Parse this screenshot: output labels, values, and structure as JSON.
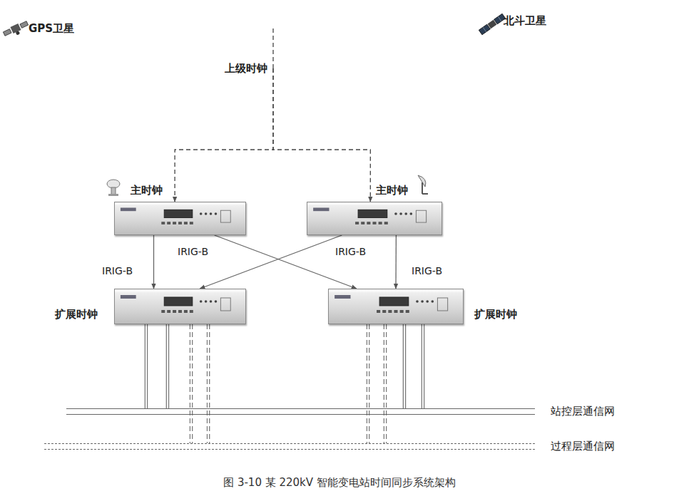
{
  "diagram": {
    "caption": "图 3-10  某 220kV 智能变电站时间同步系统架构",
    "nodes": [
      {
        "text": [
          "上级时钟"
        ]
      },
      {
        "text": [
          "主时钟"
        ]
      },
      {
        "text": [
          "主时钟"
        ]
      },
      {
        "text": [
          "扩展时钟"
        ]
      },
      {
        "text": [
          "扩展时钟"
        ]
      },
      {
        "text": [
          "站控层通信网"
        ]
      },
      {
        "text": [
          "过程层通信网"
        ]
      }
    ],
    "edges": [
      {
        "from": 0,
        "to": 1,
        "arrow": "to"
      },
      {
        "from": 0,
        "to": 2,
        "arrow": "to"
      },
      {
        "from": 1,
        "to": 3,
        "label": "IRIG-B",
        "arrow": "to"
      },
      {
        "from": 1,
        "to": 4,
        "label": "IRIG-B",
        "arrow": "to"
      },
      {
        "from": 2,
        "to": 3,
        "label": "IRIG-B",
        "arrow": "to"
      },
      {
        "from": 2,
        "to": 4,
        "label": "IRIG-B",
        "arrow": "to"
      },
      {
        "from": 3,
        "to": 5,
        "arrow": "none"
      },
      {
        "from": 3,
        "to": 5,
        "arrow": "none"
      },
      {
        "from": 3,
        "to": 6,
        "arrow": "none"
      },
      {
        "from": 3,
        "to": 6,
        "arrow": "none"
      },
      {
        "from": 4,
        "to": 6,
        "arrow": "none"
      },
      {
        "from": 4,
        "to": 6,
        "arrow": "none"
      },
      {
        "from": 4,
        "to": 5,
        "arrow": "none"
      },
      {
        "from": 4,
        "to": 5,
        "arrow": "none"
      }
    ],
    "labels": [
      "GPS卫星",
      "北斗卫星"
    ]
  }
}
